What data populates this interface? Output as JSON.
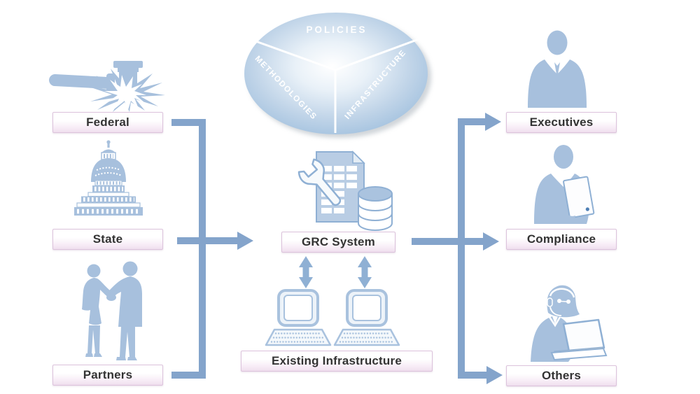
{
  "colors": {
    "background": "#ffffff",
    "connector_blue": "#84a4cb",
    "updown_arrow_blue": "#8fb0d4",
    "icon_fill": "#a7c0dd",
    "icon_stroke": "#8fb0d4",
    "box_border": "#dcc3dc",
    "box_text": "#333333",
    "venn_edge": "#94b7d9",
    "venn_text": "#ffffff"
  },
  "venn": {
    "segments": [
      {
        "label": "POLICIES"
      },
      {
        "label": "METHODOLOGIES"
      },
      {
        "label": "INFRASTRUCTURE"
      }
    ]
  },
  "sources": [
    {
      "label": "Federal",
      "icon": "gavel-icon"
    },
    {
      "label": "State",
      "icon": "capitol-icon"
    },
    {
      "label": "Partners",
      "icon": "handshake-icon"
    }
  ],
  "system": {
    "label": "GRC System",
    "icon": "grc-system-icon"
  },
  "infrastructure": {
    "label": "Existing Infrastructure",
    "icon": "desktop-computer-icon",
    "computer_count": 2
  },
  "audiences": [
    {
      "label": "Executives",
      "icon": "executive-icon"
    },
    {
      "label": "Compliance",
      "icon": "compliance-officer-icon"
    },
    {
      "label": "Others",
      "icon": "support-agent-icon"
    }
  ]
}
